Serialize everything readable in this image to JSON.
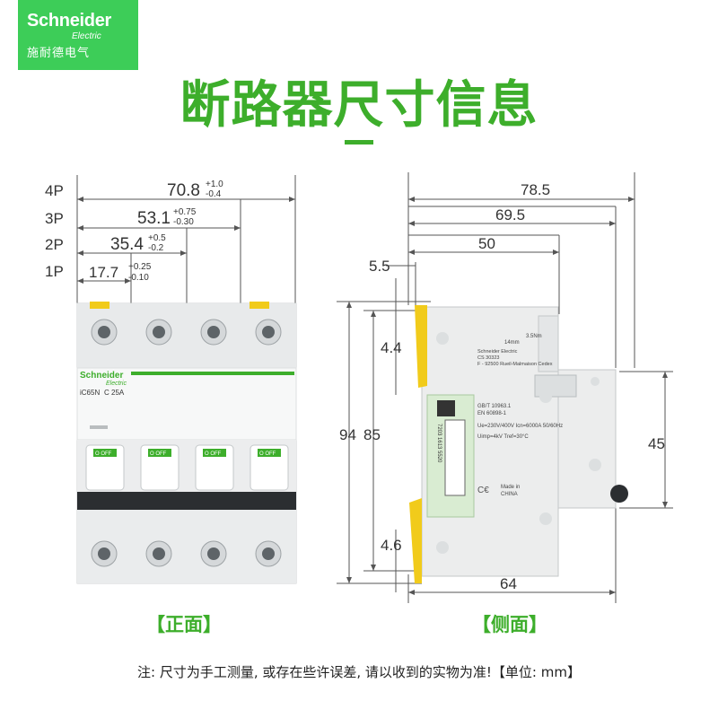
{
  "logo": {
    "brand": "Schneider",
    "brand_sub": "Electric",
    "brand_cn": "施耐德电气"
  },
  "title": "断路器尺寸信息",
  "front": {
    "caption": "【正面】",
    "poles": [
      "4P",
      "3P",
      "2P",
      "1P"
    ],
    "dims": [
      {
        "value": "70.8",
        "tol_plus": "+1.0",
        "tol_minus": "-0.4"
      },
      {
        "value": "53.1",
        "tol_plus": "+0.75",
        "tol_minus": "-0.30"
      },
      {
        "value": "35.4",
        "tol_plus": "+0.5",
        "tol_minus": "-0.2"
      },
      {
        "value": "17.7",
        "tol_plus": "+0.25",
        "tol_minus": "-0.10"
      }
    ],
    "device": {
      "brand": "Schneider",
      "brand_sub": "Electric",
      "model": "iC65N",
      "rating": "C 25A",
      "switch_label": "O OFF"
    }
  },
  "side": {
    "caption": "【侧面】",
    "dims": {
      "total_depth": "78.5",
      "depth2": "69.5",
      "depth3": "50",
      "top_offset": "5.5",
      "height_outer": "94",
      "height_inner": "85",
      "upper_gap": "4.4",
      "lower_gap": "4.6",
      "right_height": "45",
      "base_width": "64"
    },
    "label_lines": [
      "Schneider Electric",
      "CS 30323",
      "F - 92500 Rueil-Malmaison Cedex",
      "GB/T 10963.1",
      "EN 60898-1",
      "Ue=230V/400V Icn=6000A 50/60Hz",
      "Uimp=4kV Tref=30°C",
      "Made in",
      "CHINA",
      "14mm",
      "3.5Nm",
      "7203 1613 5520"
    ]
  },
  "note": "注: 尺寸为手工测量, 或存在些许误差, 请以收到的实物为准!【单位: mm】"
}
